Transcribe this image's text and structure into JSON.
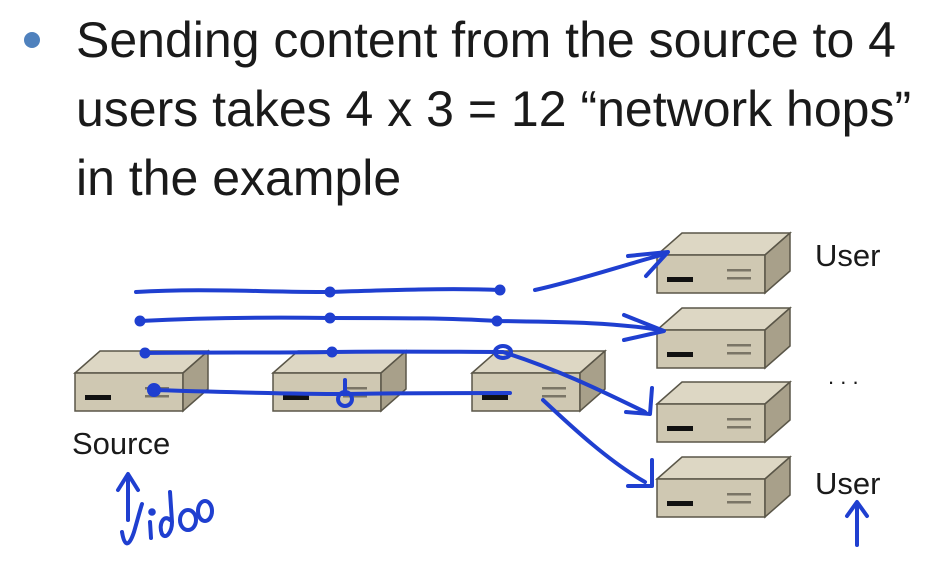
{
  "bullet": {
    "text": "Sending content from the source to 4 users takes 4 x 3 = 12 “network hops” in the example"
  },
  "diagram": {
    "source_label": "Source",
    "user_label_top": "User",
    "user_label_bottom": "User",
    "ellipsis": ". . .",
    "handwriting_note": "video"
  },
  "colors": {
    "bullet": "#4f81bd",
    "ink": "#1f3fd0",
    "device_top": "#d9d3c0",
    "device_front": "#cfc8b2",
    "device_side": "#a8a08a",
    "device_outline": "#5a5648"
  }
}
